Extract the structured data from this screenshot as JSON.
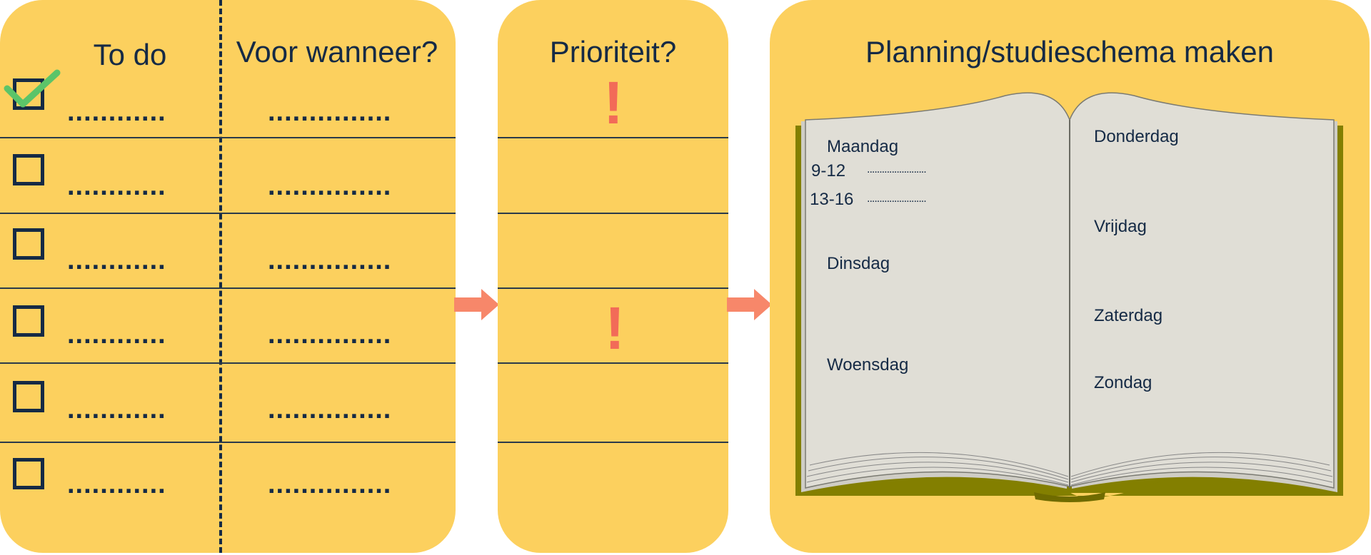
{
  "todo": {
    "title": "To do",
    "deadline_title": "Voor wanneer?",
    "rows": [
      {
        "checked": true,
        "task": "............",
        "deadline": "..............."
      },
      {
        "checked": false,
        "task": "............",
        "deadline": "..............."
      },
      {
        "checked": false,
        "task": "............",
        "deadline": "..............."
      },
      {
        "checked": false,
        "task": "............",
        "deadline": "..............."
      },
      {
        "checked": false,
        "task": "............",
        "deadline": "..............."
      },
      {
        "checked": false,
        "task": "............",
        "deadline": "..............."
      }
    ]
  },
  "priority": {
    "title": "Prioriteit?",
    "mark": "!"
  },
  "planning": {
    "title": "Planning/studieschema maken",
    "days_left": [
      "Maandag",
      "Dinsdag",
      "Woensdag"
    ],
    "days_right": [
      "Donderdag",
      "Vrijdag",
      "Zaterdag",
      "Zondag"
    ],
    "slots": [
      {
        "time": "9-12",
        "fill": "........................"
      },
      {
        "time": "13-16",
        "fill": "........................"
      }
    ]
  },
  "colors": {
    "panel": "#fcd05e",
    "ink": "#152a45",
    "accent": "#f26b58",
    "arrow": "#f7876a",
    "check": "#5cc469",
    "page": "#e0ded6",
    "cover": "#837f00"
  }
}
